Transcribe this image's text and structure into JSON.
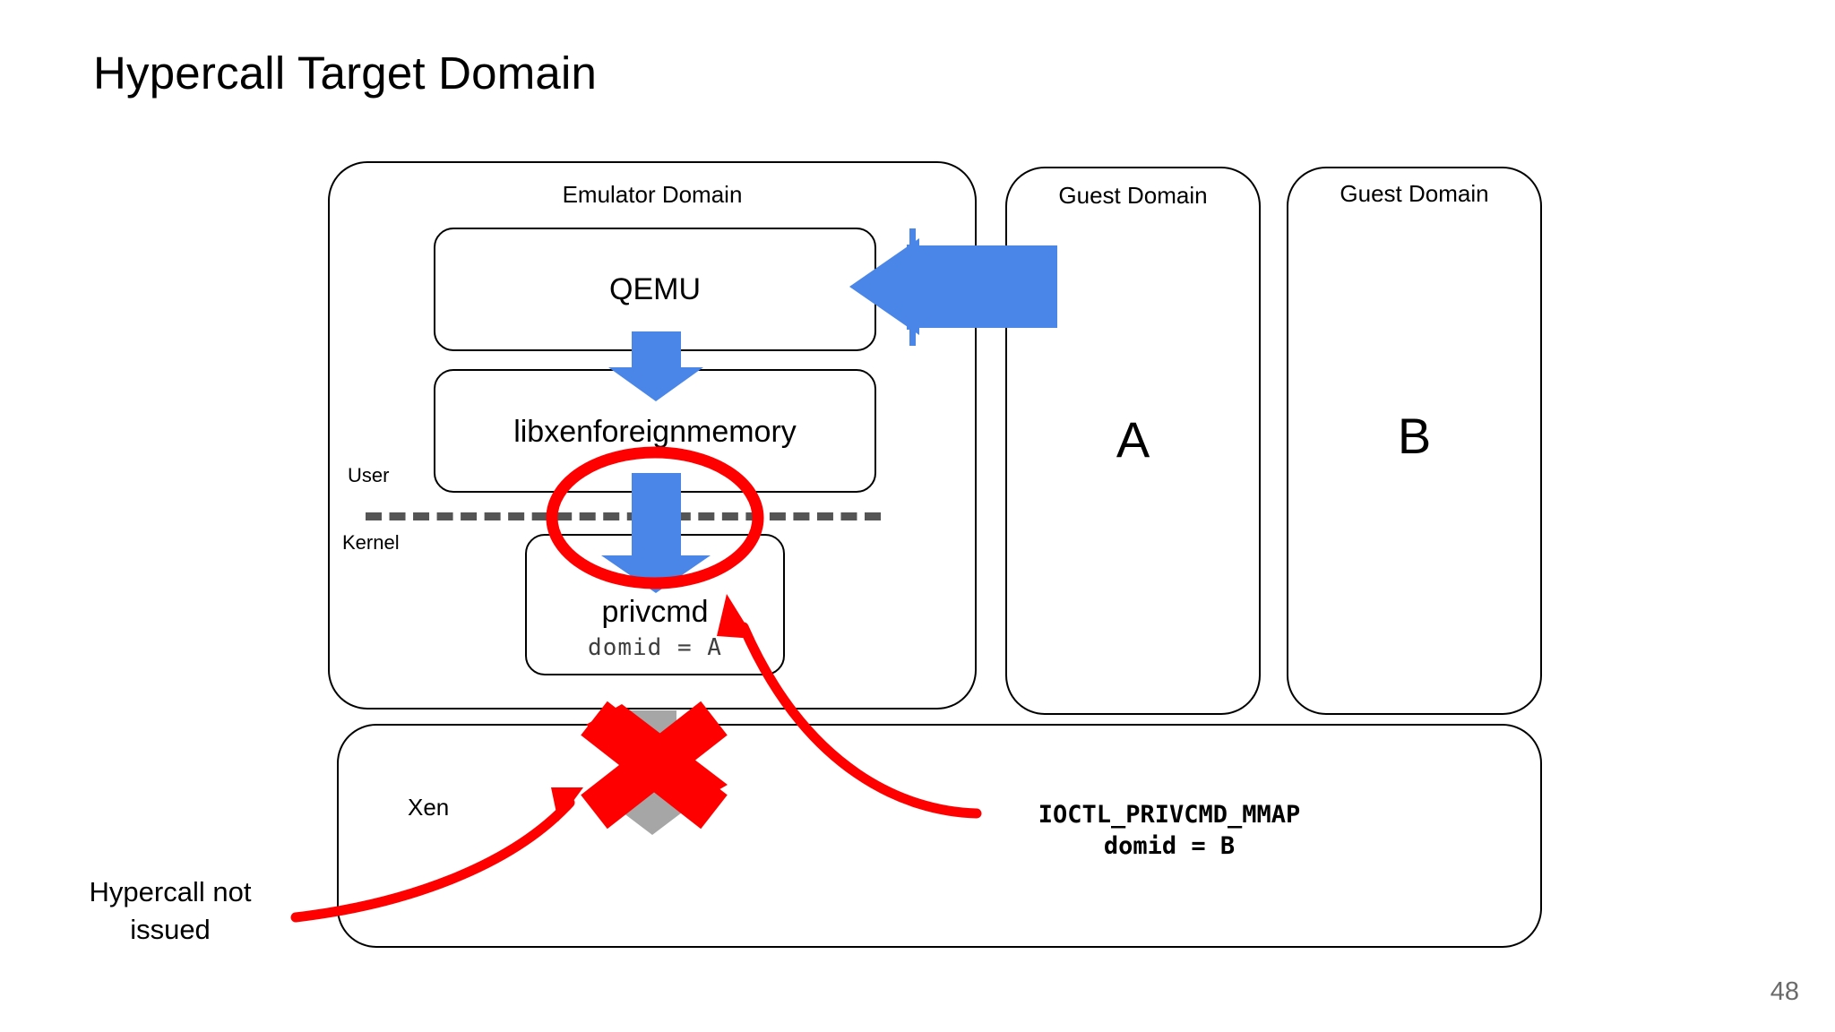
{
  "slide": {
    "title": "Hypercall Target Domain",
    "page_number": "48",
    "background_color": "#ffffff"
  },
  "colors": {
    "arrow_blue": "#4a86e8",
    "arrow_gray": "#a6a6a6",
    "highlight_red": "#ff0000",
    "box_stroke": "#000000",
    "divider_gray": "#555555",
    "page_number_gray": "#6b6b6b",
    "mono_text_gray": "#3f3f3f"
  },
  "emulator_domain": {
    "title": "Emulator Domain",
    "privilege_labels": {
      "user": "User",
      "kernel": "Kernel"
    },
    "components": [
      {
        "name": "qemu",
        "label": "QEMU"
      },
      {
        "name": "libxenforeignmemory",
        "label": "libxenforeignmemory"
      },
      {
        "name": "privcmd",
        "label": "privcmd",
        "sublabel": "domid = A"
      }
    ]
  },
  "guest_domains": [
    {
      "title": "Guest Domain",
      "letter": "A"
    },
    {
      "title": "Guest Domain",
      "letter": "B"
    }
  ],
  "hypervisor": {
    "title": "Xen"
  },
  "annotations": {
    "ioctl_line1": "IOCTL_PRIVCMD_MMAP",
    "ioctl_line2": "domid = B",
    "hypercall_note": "Hypercall not\nissued"
  },
  "markers": {
    "blocked_icon": "red-x-cross",
    "highlight_icon": "red-ellipse-highlight",
    "inbound_arrow": "blue-left-arrow",
    "flow_arrows": "blue-down-arrow",
    "blocked_flow_arrow": "gray-down-arrow",
    "callout_arrows": "red-curved-arrow"
  }
}
